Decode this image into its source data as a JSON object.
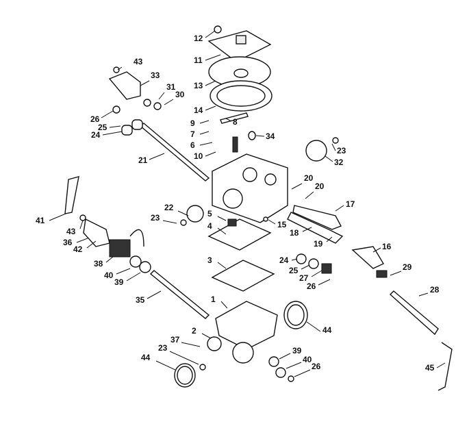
{
  "title": "Carburetor exploded parts diagram",
  "labels": [
    "12",
    "11",
    "13",
    "43",
    "33",
    "31",
    "30",
    "14",
    "9",
    "8",
    "7",
    "6",
    "34",
    "10",
    "26",
    "25",
    "24",
    "21",
    "23",
    "32",
    "20",
    "20",
    "17",
    "22",
    "23",
    "4",
    "5",
    "15",
    "18",
    "19",
    "41",
    "43",
    "36",
    "42",
    "38",
    "40",
    "39",
    "16",
    "24",
    "25",
    "27",
    "26",
    "29",
    "3",
    "35",
    "28",
    "1",
    "44",
    "2",
    "37",
    "23",
    "39",
    "40",
    "26",
    "44",
    "45"
  ]
}
